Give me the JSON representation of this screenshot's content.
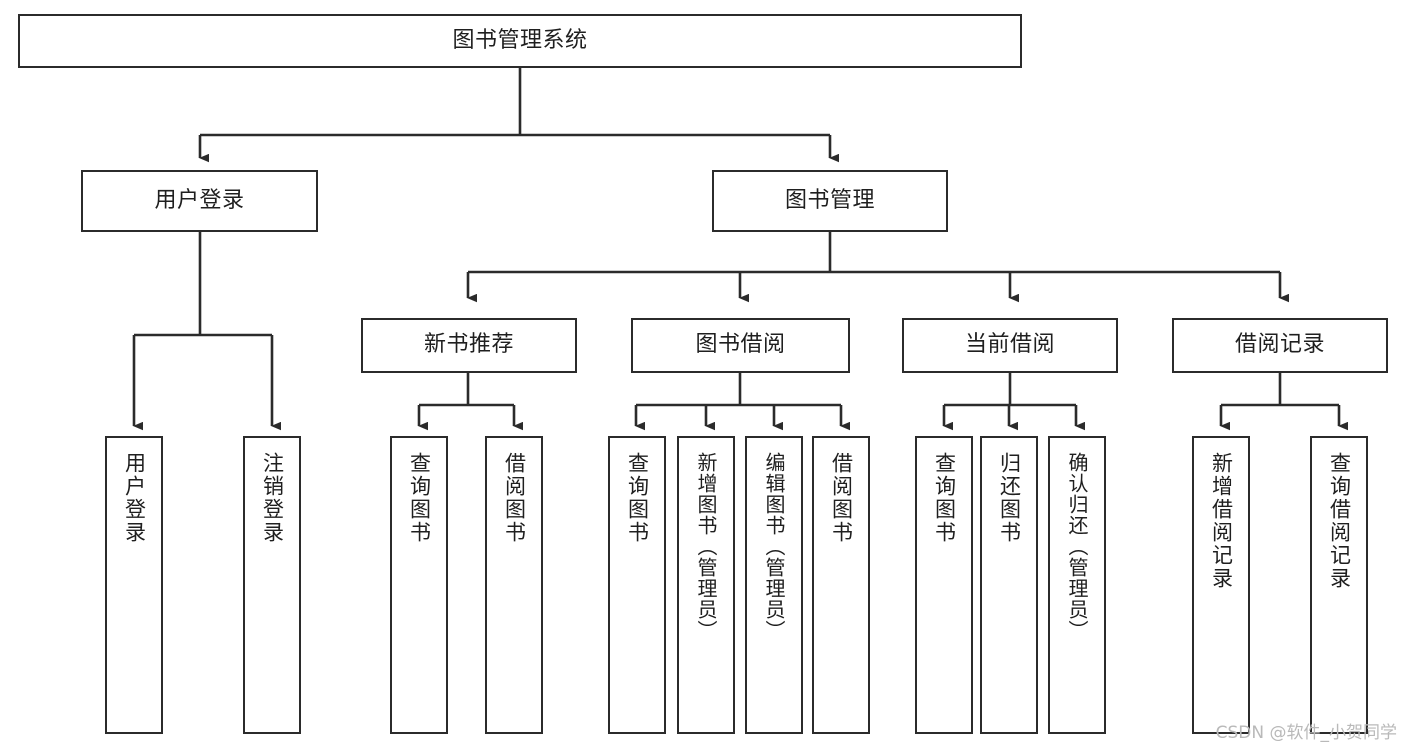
{
  "diagram": {
    "title": "图书管理系统",
    "type": "tree-hierarchy-chart",
    "watermark": "CSDN @软件_小贺同学",
    "stroke_color": "#2b2b2b",
    "background_color": "#ffffff",
    "text_color": "#1f1f1f",
    "nodes": {
      "root": {
        "label": "图书管理系统"
      },
      "level1": [
        {
          "label": "用户登录"
        },
        {
          "label": "图书管理"
        }
      ],
      "level2": [
        {
          "label": "新书推荐"
        },
        {
          "label": "图书借阅"
        },
        {
          "label": "当前借阅"
        },
        {
          "label": "借阅记录"
        }
      ],
      "leaves": {
        "user_login": [
          {
            "label": "用户登录"
          },
          {
            "label": "注销登录"
          }
        ],
        "new_book_recommend": [
          {
            "label": "查询图书"
          },
          {
            "label": "借阅图书"
          }
        ],
        "book_borrow": [
          {
            "label": "查询图书"
          },
          {
            "label": "新增图书（管理员）"
          },
          {
            "label": "编辑图书（管理员）"
          },
          {
            "label": "借阅图书"
          }
        ],
        "current_borrow": [
          {
            "label": "查询图书"
          },
          {
            "label": "归还图书"
          },
          {
            "label": "确认归还（管理员）"
          }
        ],
        "borrow_record": [
          {
            "label": "新增借阅记录"
          },
          {
            "label": "查询借阅记录"
          }
        ]
      }
    }
  }
}
